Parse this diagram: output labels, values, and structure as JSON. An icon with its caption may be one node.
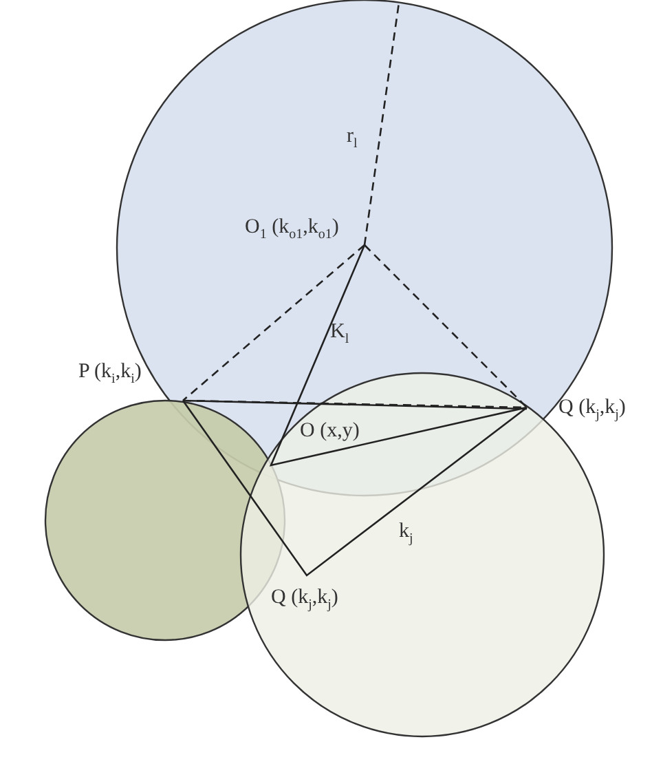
{
  "diagram": {
    "labels": [
      "r$_{l}$",
      "O$_{1}$ (k$_{o1}$,k$_{o1}$)",
      "K$_{l}$",
      "P (k$_{i}$,k$_{i}$)",
      "O (x,y)",
      "Q (k$_{j}$,k$_{j}$)",
      "k$_{j}$",
      "Q (k$_{j}$,k$_{j}$)"
    ]
  }
}
